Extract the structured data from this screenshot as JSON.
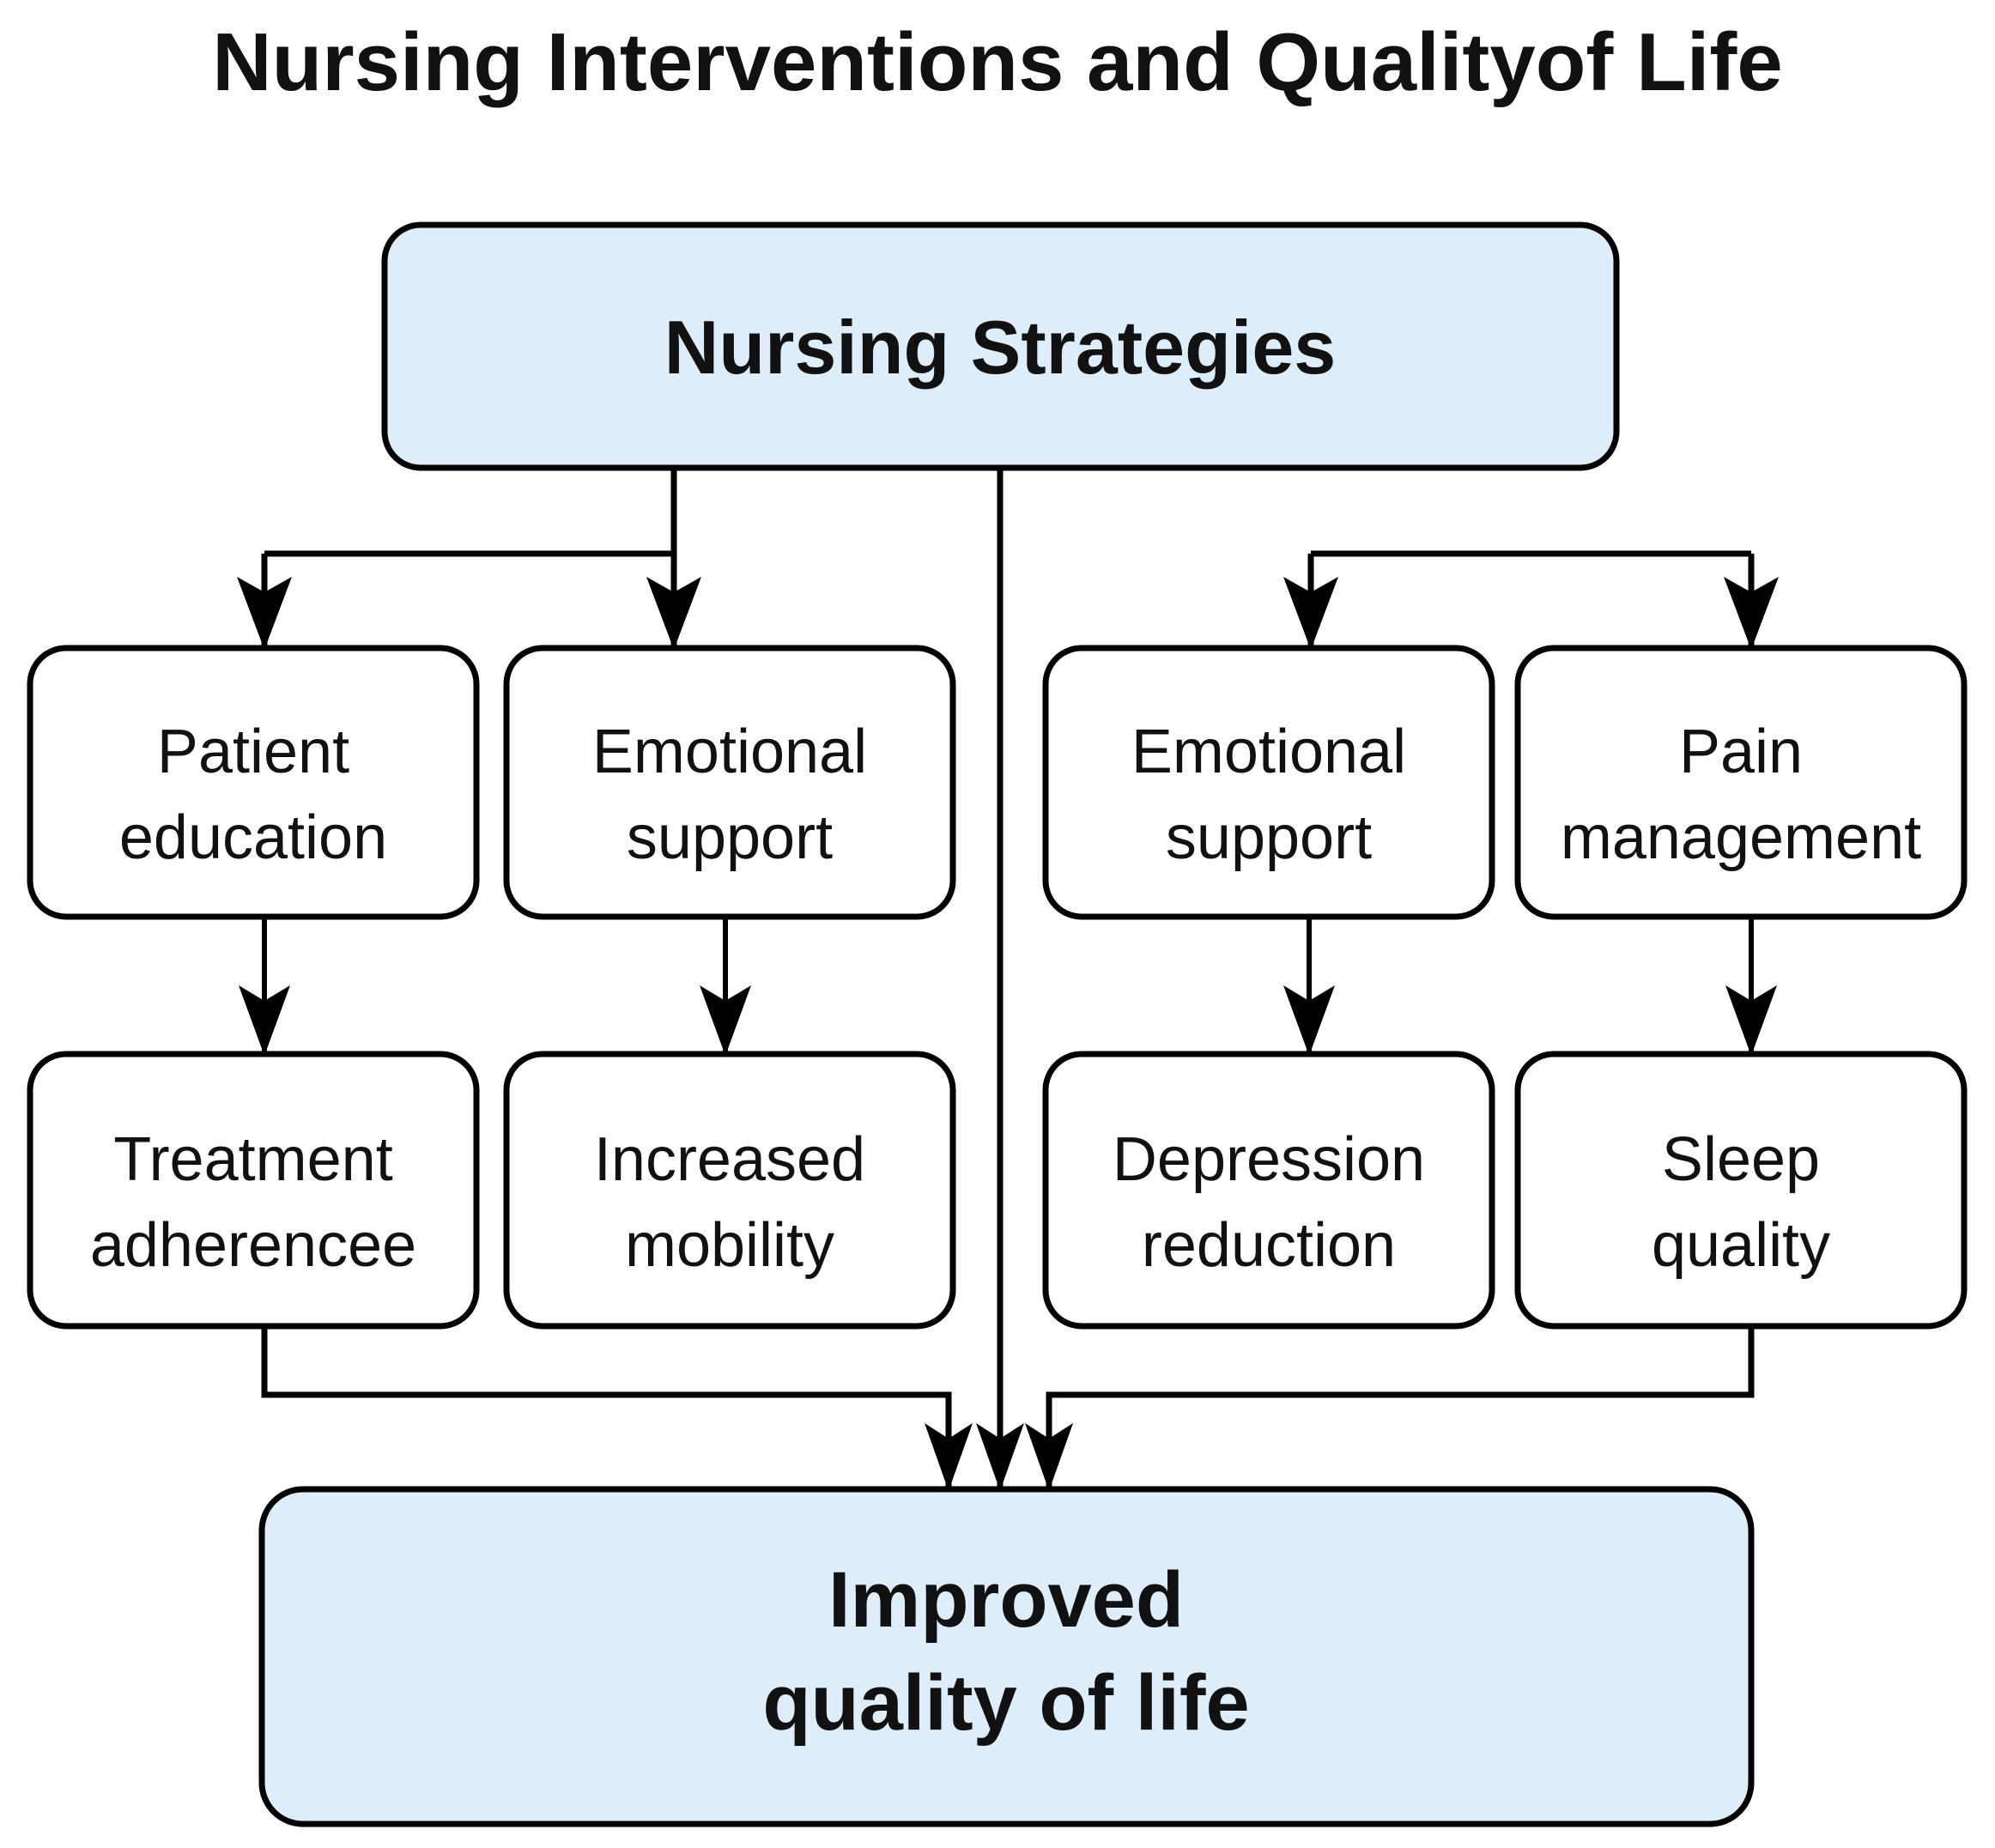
{
  "title": "Nursing Interventions and Qualityof Life",
  "colors": {
    "accent_fill": "#ddeefa",
    "node_fill": "#ffffff",
    "stroke": "#000000",
    "text": "#111111",
    "background": "#ffffff"
  },
  "root": {
    "label": "Nursing Strategies"
  },
  "interventions": [
    {
      "id": "patient-education",
      "label_line1": "Patient",
      "label_line2": "education"
    },
    {
      "id": "emotional-support-left",
      "label_line1": "Emotional",
      "label_line2": "support"
    },
    {
      "id": "emotional-support-right",
      "label_line1": "Emotional",
      "label_line2": "support"
    },
    {
      "id": "pain-management",
      "label_line1": "Pain",
      "label_line2": "management"
    }
  ],
  "outcomes": [
    {
      "id": "treatment-adherencee",
      "label_line1": "Treatment",
      "label_line2": "adherencee"
    },
    {
      "id": "increased-mobility",
      "label_line1": "Increased",
      "label_line2": "mobility"
    },
    {
      "id": "depression-reduction",
      "label_line1": "Depression",
      "label_line2": "reduction"
    },
    {
      "id": "sleep-quality",
      "label_line1": "Sleep",
      "label_line2": "quality"
    }
  ],
  "result": {
    "label_line1": "Improved",
    "label_line2": "quality of life"
  },
  "chart_data": {
    "type": "diagram",
    "title": "Nursing Interventions and Qualityof Life",
    "nodes": [
      {
        "id": "nursing-strategies",
        "label": "Nursing Strategies",
        "level": 0,
        "fill": "#ddeefa"
      },
      {
        "id": "patient-education",
        "label": "Patient education",
        "level": 1,
        "fill": "#ffffff"
      },
      {
        "id": "emotional-support-left",
        "label": "Emotional support",
        "level": 1,
        "fill": "#ffffff"
      },
      {
        "id": "emotional-support-right",
        "label": "Emotional support",
        "level": 1,
        "fill": "#ffffff"
      },
      {
        "id": "pain-management",
        "label": "Pain management",
        "level": 1,
        "fill": "#ffffff"
      },
      {
        "id": "treatment-adherencee",
        "label": "Treatment adherencee",
        "level": 2,
        "fill": "#ffffff"
      },
      {
        "id": "increased-mobility",
        "label": "Increased mobility",
        "level": 2,
        "fill": "#ffffff"
      },
      {
        "id": "depression-reduction",
        "label": "Depression reduction",
        "level": 2,
        "fill": "#ffffff"
      },
      {
        "id": "sleep-quality",
        "label": "Sleep quality",
        "level": 2,
        "fill": "#ffffff"
      },
      {
        "id": "improved-quality-of-life",
        "label": "Improved quality of life",
        "level": 3,
        "fill": "#ddeefa"
      }
    ],
    "edges": [
      {
        "from": "nursing-strategies",
        "to": "patient-education"
      },
      {
        "from": "nursing-strategies",
        "to": "emotional-support-left"
      },
      {
        "from": "nursing-strategies",
        "to": "emotional-support-right"
      },
      {
        "from": "nursing-strategies",
        "to": "pain-management"
      },
      {
        "from": "patient-education",
        "to": "treatment-adherencee"
      },
      {
        "from": "emotional-support-left",
        "to": "increased-mobility"
      },
      {
        "from": "emotional-support-right",
        "to": "depression-reduction"
      },
      {
        "from": "pain-management",
        "to": "sleep-quality"
      },
      {
        "from": "treatment-adherencee",
        "to": "improved-quality-of-life"
      },
      {
        "from": "nursing-strategies",
        "to": "improved-quality-of-life"
      },
      {
        "from": "sleep-quality",
        "to": "improved-quality-of-life"
      }
    ]
  }
}
